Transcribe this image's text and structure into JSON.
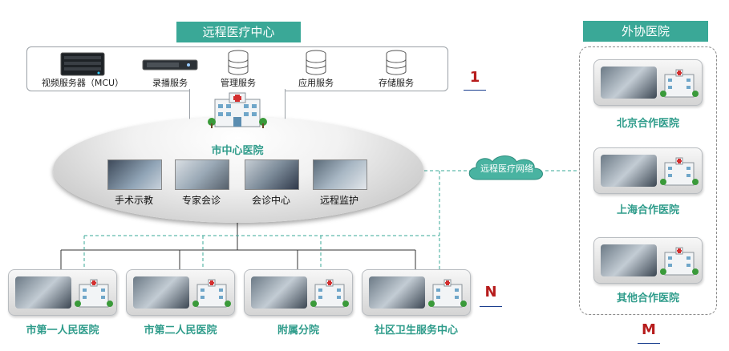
{
  "center": {
    "title": "远程医疗中心",
    "services": [
      {
        "label": "视频服务器（MCU）",
        "icon": "mcu-server-icon"
      },
      {
        "label": "录播服务",
        "icon": "recording-server-icon"
      },
      {
        "label": "管理服务",
        "icon": "database-icon"
      },
      {
        "label": "应用服务",
        "icon": "database-icon"
      },
      {
        "label": "存储服务",
        "icon": "database-icon"
      }
    ],
    "marker": "1"
  },
  "city_center": {
    "label": "市中心医院",
    "functions": [
      "手术示教",
      "专家会诊",
      "会诊中心",
      "远程监护"
    ]
  },
  "network": {
    "label": "远程医疗网络"
  },
  "bottom_hospitals": {
    "items": [
      "市第一人民医院",
      "市第二人民医院",
      "附属分院",
      "社区卫生服务中心"
    ],
    "marker": "N"
  },
  "external": {
    "title": "外协医院",
    "items": [
      "北京合作医院",
      "上海合作医院",
      "其他合作医院"
    ],
    "marker": "M"
  },
  "colors": {
    "accent": "#3aa897",
    "label_green": "#2f9c8b",
    "marker_red": "#b71c1c"
  }
}
